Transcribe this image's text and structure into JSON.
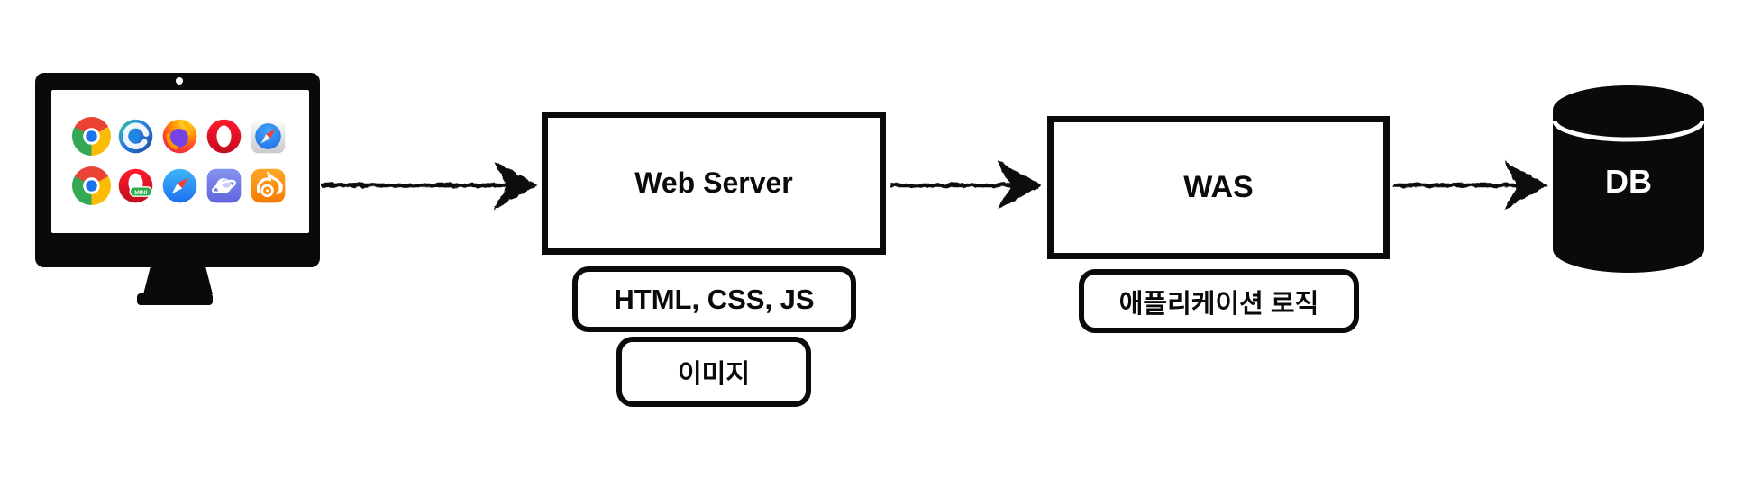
{
  "canvas": {
    "background": "#ffffff"
  },
  "client": {
    "description": "web-browsers-on-monitor",
    "browser_icons": [
      {
        "name": "chrome"
      },
      {
        "name": "edge"
      },
      {
        "name": "firefox"
      },
      {
        "name": "opera"
      },
      {
        "name": "safari-macos"
      },
      {
        "name": "chrome"
      },
      {
        "name": "opera-mini",
        "badge": "MINI"
      },
      {
        "name": "safari"
      },
      {
        "name": "samsung-internet"
      },
      {
        "name": "uc-browser"
      }
    ]
  },
  "nodes": {
    "web_server": {
      "label": "Web Server"
    },
    "was": {
      "label": "WAS"
    },
    "db": {
      "label": "DB"
    }
  },
  "web_server_outputs": [
    {
      "label": "HTML, CSS, JS"
    },
    {
      "label": "이미지"
    }
  ],
  "was_outputs": [
    {
      "label": "애플리케이션 로직"
    }
  ],
  "edges": [
    {
      "from": "client-browsers",
      "to": "web-server"
    },
    {
      "from": "web-server",
      "to": "was"
    },
    {
      "from": "was",
      "to": "db"
    }
  ],
  "colors": {
    "stroke": "#0a0a0a",
    "node_fill": "#ffffff",
    "db_fill": "#0a0a0a",
    "db_label": "#ffffff"
  }
}
